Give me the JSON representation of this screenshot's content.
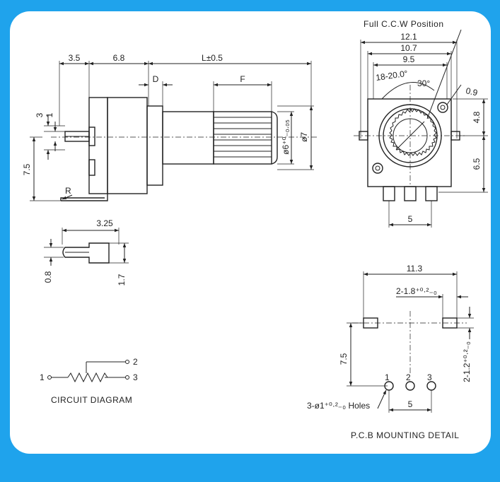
{
  "side_view": {
    "dim_3_5": "3.5",
    "dim_6_8": "6.8",
    "dim_L": "L±0.5",
    "dim_D": "D",
    "dim_F": "F",
    "dim_3": "3",
    "dim_1": "1",
    "dim_7_5": "7.5",
    "dim_R": "R",
    "dim_phi6": "ø6⁺⁰₋₀.₀₅",
    "dim_phi7": "ø7"
  },
  "front_view": {
    "title": "Full C.C.W Position",
    "dim_12_1": "12.1",
    "dim_10_7": "10.7",
    "dim_9_5": "9.5",
    "dim_angle1": "18-20.0°",
    "dim_angle2": "30°",
    "dim_0_9": "0.9",
    "dim_4_8": "4.8",
    "dim_6_5": "6.5",
    "dim_5": "5"
  },
  "terminal_detail": {
    "dim_3_25": "3.25",
    "dim_0_8": "0.8",
    "dim_1_7": "1.7"
  },
  "circuit": {
    "pin1": "1",
    "pin2": "2",
    "pin3": "3",
    "caption": "CIRCUIT DIAGRAM"
  },
  "pcb": {
    "dim_11_3": "11.3",
    "dim_slot": "2-1.8⁺⁰·²₋₀",
    "dim_7_5": "7.5",
    "dim_slot_h": "2-1.2⁺⁰·²₋₀",
    "pin1": "1",
    "pin2": "2",
    "pin3": "3",
    "dim_holes": "3-ø1⁺⁰·²₋₀ Holes",
    "dim_5": "5",
    "caption": "P.C.B MOUNTING DETAIL"
  }
}
